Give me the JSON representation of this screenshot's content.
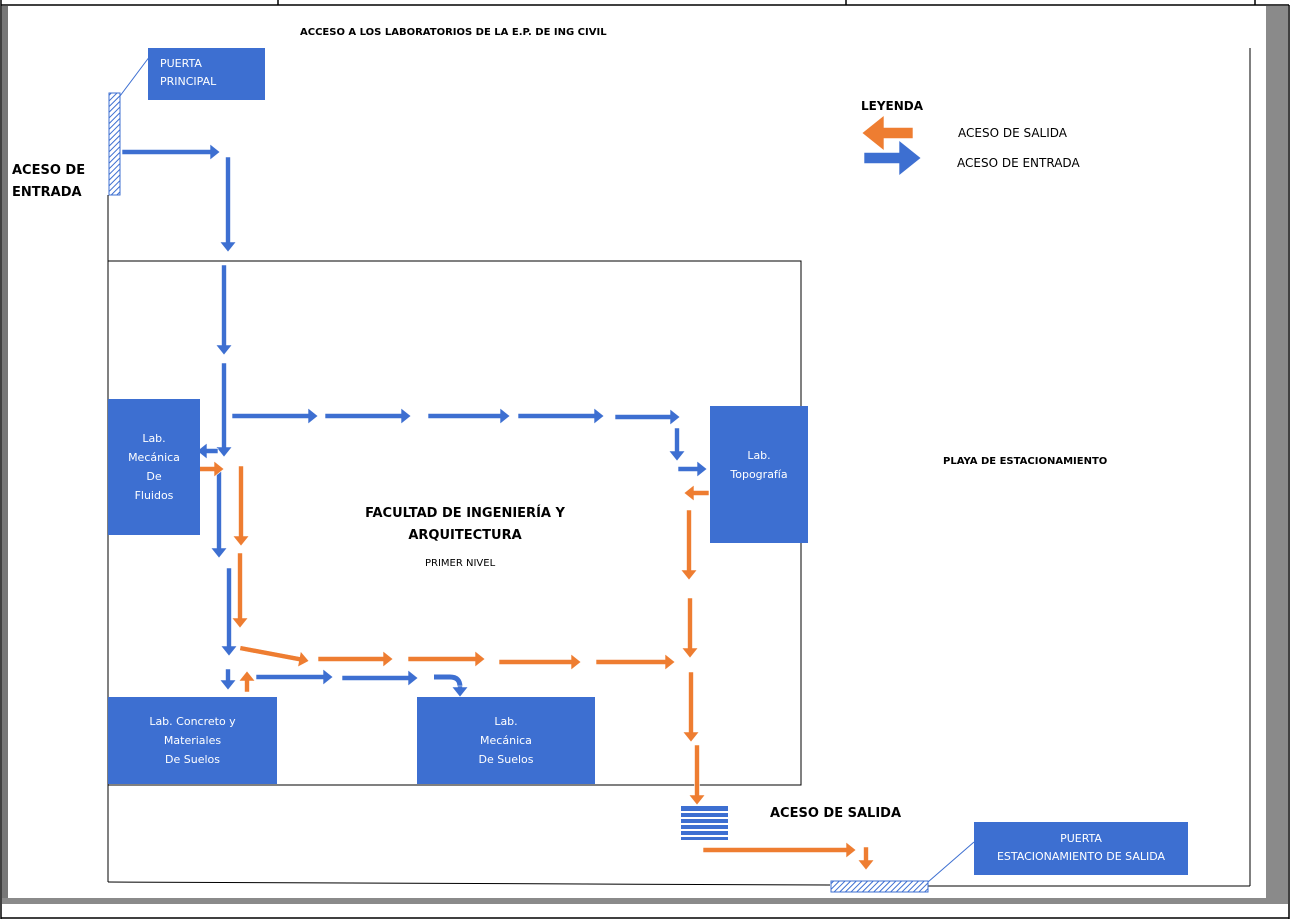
{
  "title": "ACCESO A LOS LABORATORIOS DE LA E.P. DE ING CIVIL",
  "left_label": "ACESO DE\nENTRADA",
  "exit_label": "ACESO DE SALIDA",
  "parking_label": "PLAYA DE ESTACIONAMIENTO",
  "faculty": {
    "name": "FACULTAD DE INGENIERÍA Y\nARQUITECTURA",
    "level": "PRIMER NIVEL"
  },
  "doors": {
    "main": "PUERTA\nPRINCIPAL",
    "exit": "PUERTA\nESTACIONAMIENTO DE SALIDA"
  },
  "labs": {
    "fluidos": "Lab.\nMecánica\nDe\nFluidos",
    "topografia": "Lab.\nTopografía",
    "concreto": "Lab. Concreto y\nMateriales\nDe Suelos",
    "suelos": "Lab.\nMecánica\nDe Suelos"
  },
  "legend": {
    "title": "LEYENDA",
    "exit": "ACESO DE SALIDA",
    "entry": "ACESO DE ENTRADA"
  },
  "colors": {
    "entry_arrow": "#3d6fd1",
    "exit_arrow": "#ee7d31",
    "box_fill": "#3d6fd1"
  }
}
